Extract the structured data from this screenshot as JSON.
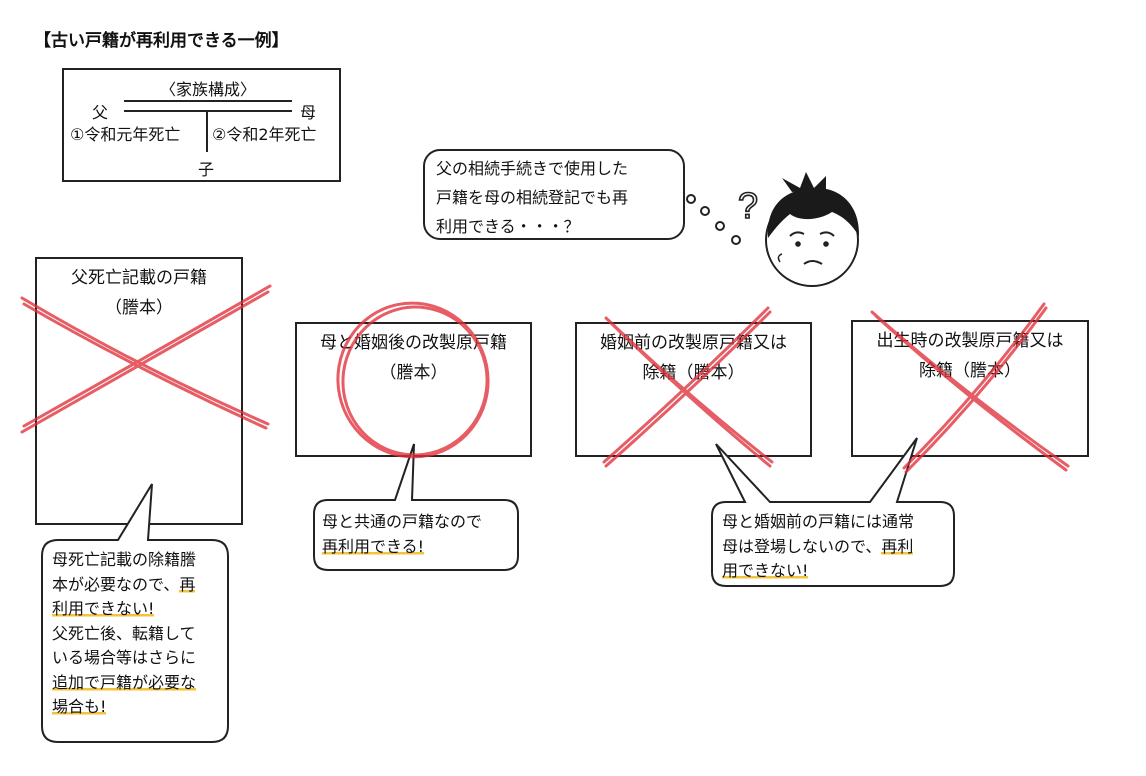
{
  "title": "【古い戸籍が再利用できる一例】",
  "family": {
    "caption": "〈家族構成〉",
    "father": "父",
    "mother": "母",
    "father_death": "①令和元年死亡",
    "mother_death": "②令和2年死亡",
    "child": "子"
  },
  "thought": {
    "lines": [
      "父の相続手続きで使用した",
      "戸籍を母の相続登記でも再",
      "利用できる・・・？"
    ],
    "question_mark": "?"
  },
  "documents": [
    {
      "line1": "父死亡記載の戸籍",
      "line2": "（謄本）",
      "mark": "cross"
    },
    {
      "line1": "母と婚姻後の改製原戸籍",
      "line2": "（謄本）",
      "mark": "circle"
    },
    {
      "line1": "婚姻前の改製原戸籍又は",
      "line2": "除籍（謄本）",
      "mark": "cross"
    },
    {
      "line1": "出生時の改製原戸籍又は",
      "line2": "除籍（謄本）",
      "mark": "cross"
    }
  ],
  "bubbles": {
    "left": {
      "l1": "母死亡記載の除籍謄",
      "l2a": "本が必要なので、",
      "l2b": "再",
      "l3": "利用できない!",
      "l4": "父死亡後、転籍して",
      "l5": "いる場合等はさらに",
      "l6": "追加で戸籍が必要な",
      "l7": "場合も!"
    },
    "middle": {
      "l1": "母と共通の戸籍なので",
      "l2": "再利用できる!"
    },
    "right": {
      "l1": "母と婚姻前の戸籍には通常",
      "l2a": "母は登場しないので、",
      "l2b": "再利",
      "l3": "用できない!"
    }
  },
  "colors": {
    "mark_red": "#e0303a",
    "highlight": "#f3c33b",
    "line": "#222222",
    "skin": "#fde9c6"
  }
}
